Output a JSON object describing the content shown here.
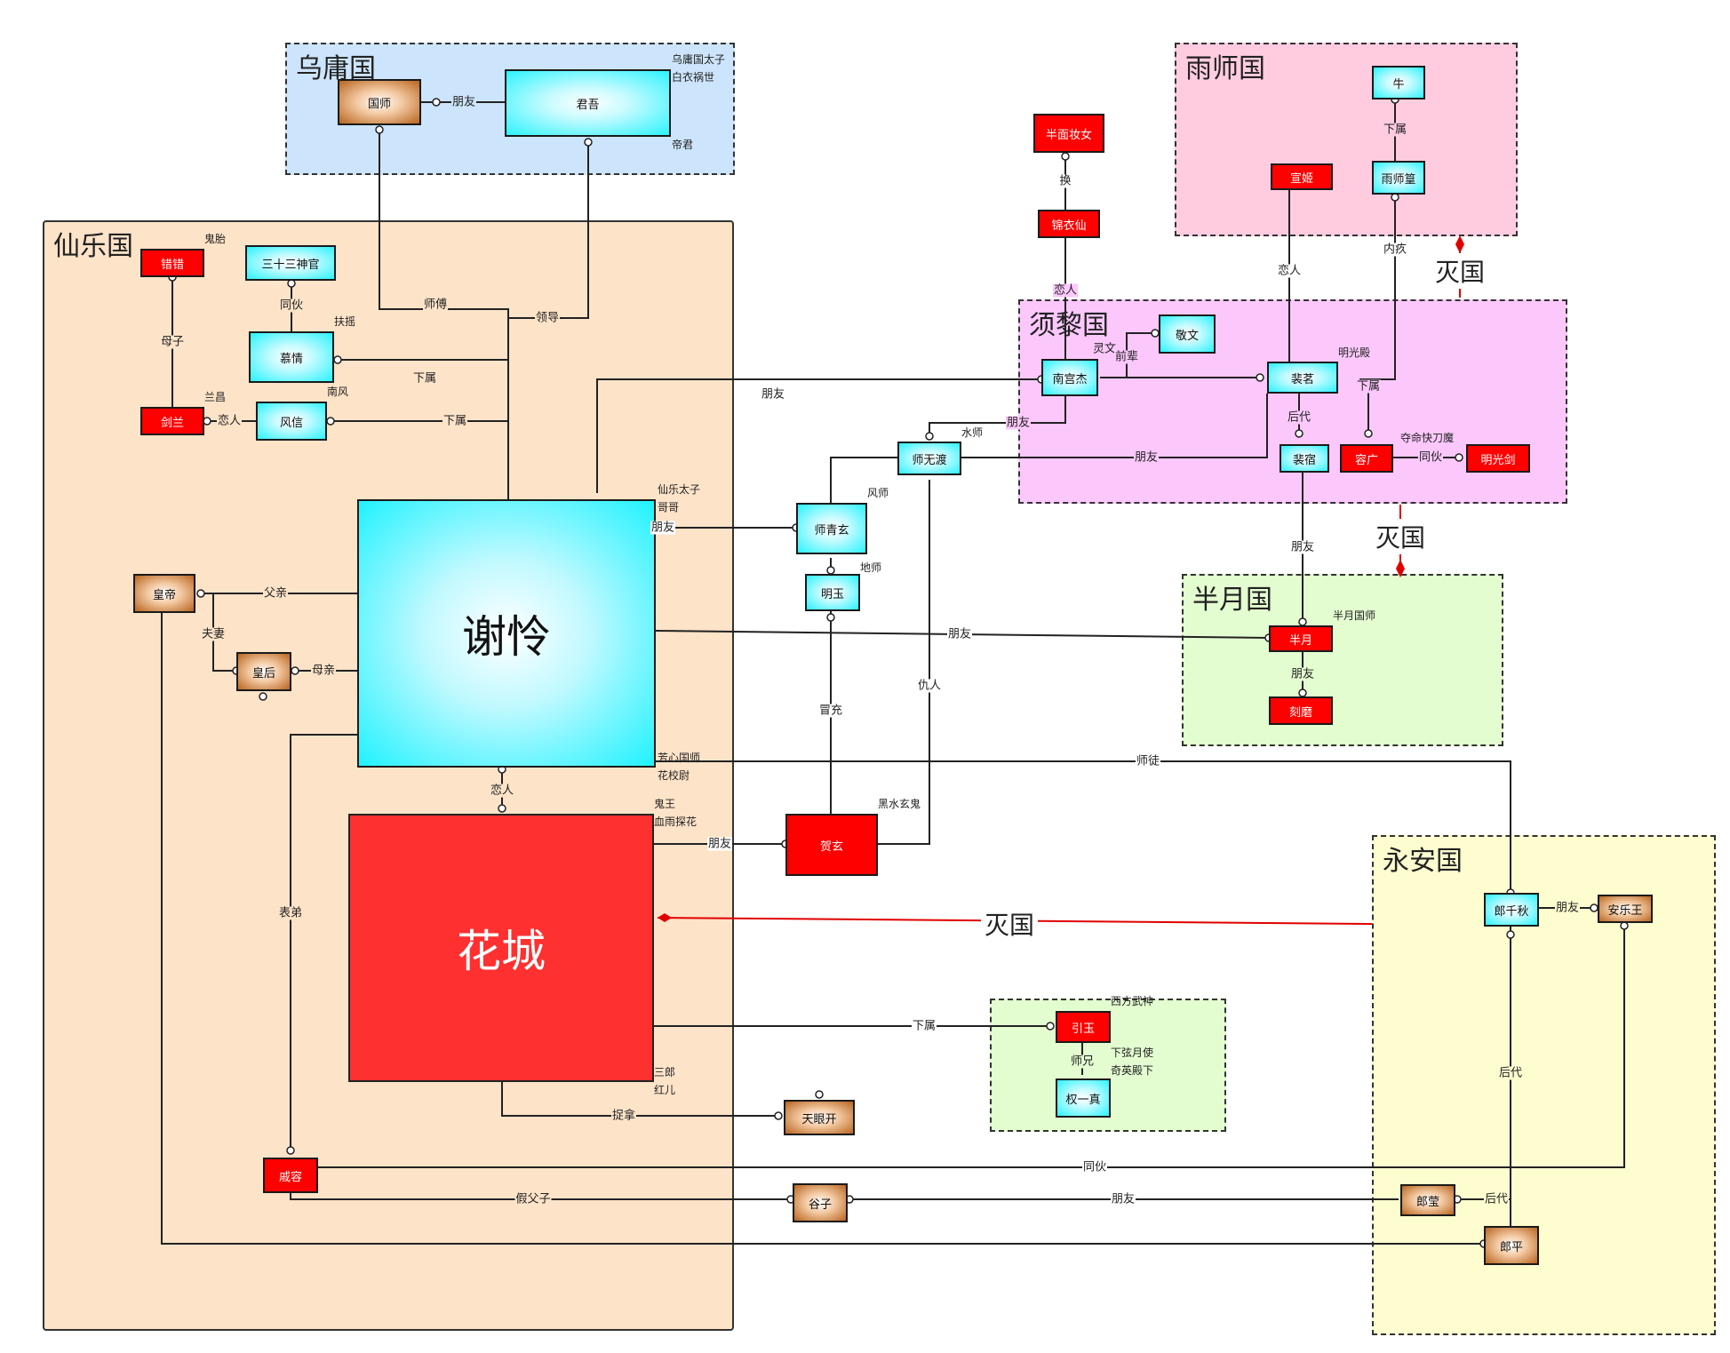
{
  "regions": {
    "wuyong": {
      "title": "乌庸国",
      "color": "#cde5fc"
    },
    "xianle": {
      "title": "仙乐国",
      "color": "#fde3c8"
    },
    "yushi": {
      "title": "雨师国",
      "color": "#ffccdf"
    },
    "xuli": {
      "title": "须黎国",
      "color": "#fcc8fc"
    },
    "banyue": {
      "title": "半月国",
      "color": "#e3fcd0"
    },
    "yongan": {
      "title": "永安国",
      "color": "#fefdd0"
    }
  },
  "nodes": {
    "guoshi": "国师",
    "junwu": "君吾",
    "cuocuo": "错错",
    "sanshisan": "三十三神官",
    "muqing": "慕情",
    "jianlan": "剑兰",
    "fengxin": "风信",
    "xielian": "谢怜",
    "huangdi": "皇帝",
    "huanghou": "皇后",
    "huacheng": "花城",
    "qirong": "戚容",
    "guzi": "谷子",
    "tianyankai": "天眼开",
    "banmian": "半面妆女",
    "jinyixian": "锦衣仙",
    "niu": "牛",
    "xuanji": "宣姬",
    "yushihuang": "雨师篁",
    "jingwen": "敬文",
    "nangongjie": "南宫杰",
    "peiming": "裴茗",
    "shiwudu": "师无渡",
    "peisu": "裴宿",
    "rongguang": "容广",
    "mingguangjian": "明光剑",
    "shiqingxuan": "师青玄",
    "mingyi": "明玉",
    "hexuan": "贺玄",
    "banyue": "半月",
    "kemo": "刻磨",
    "yinyu": "引玉",
    "quanyizhen": "权一真",
    "langqianqiu": "郎千秋",
    "anlewang": "安乐王",
    "langying": "郎莹",
    "langping": "郎平"
  },
  "notes": {
    "junwu_a": "乌庸国太子",
    "junwu_b": "白衣祸世",
    "junwu_c": "帝君",
    "cuocuo": "鬼胎",
    "muqing": "扶摇",
    "jianlan": "兰昌",
    "fengxin": "南风",
    "xielian_a": "仙乐太子",
    "xielian_b": "哥哥",
    "xielian_c": "芳心国师",
    "xielian_d": "花校尉",
    "huacheng_a": "鬼王",
    "huacheng_b": "血雨探花",
    "huacheng_c": "三郎",
    "huacheng_d": "红儿",
    "peiming": "明光殿",
    "rongguang": "夺命快刀魔",
    "shiwudu": "水师",
    "shiqingxuan": "风师",
    "mingyi": "地师",
    "hexuan": "黑水玄鬼",
    "banyue": "半月国师",
    "yinyu_a": "西方武神",
    "yinyu_b": "下弦月使",
    "yinyu_c": "奇英殿下"
  },
  "edges": {
    "pengyou": "朋友",
    "shifu": "师傅",
    "lingdao": "领导",
    "muzi": "母子",
    "tonghuo": "同伙",
    "xiashu": "下属",
    "lianren": "恋人",
    "fuqin": "父亲",
    "fuqi": "夫妻",
    "muqin": "母亲",
    "biaodi": "表弟",
    "zhuona": "捉拿",
    "jiafuzi": "假父子",
    "huan": "换",
    "lingwen": "灵文",
    "qianbei": "前辈",
    "houdai": "后代",
    "neijiu": "内疚",
    "maochong": "冒充",
    "chouren": "仇人",
    "shixiong": "师兄",
    "shitu": "师徒"
  },
  "mieguo": "灭国"
}
